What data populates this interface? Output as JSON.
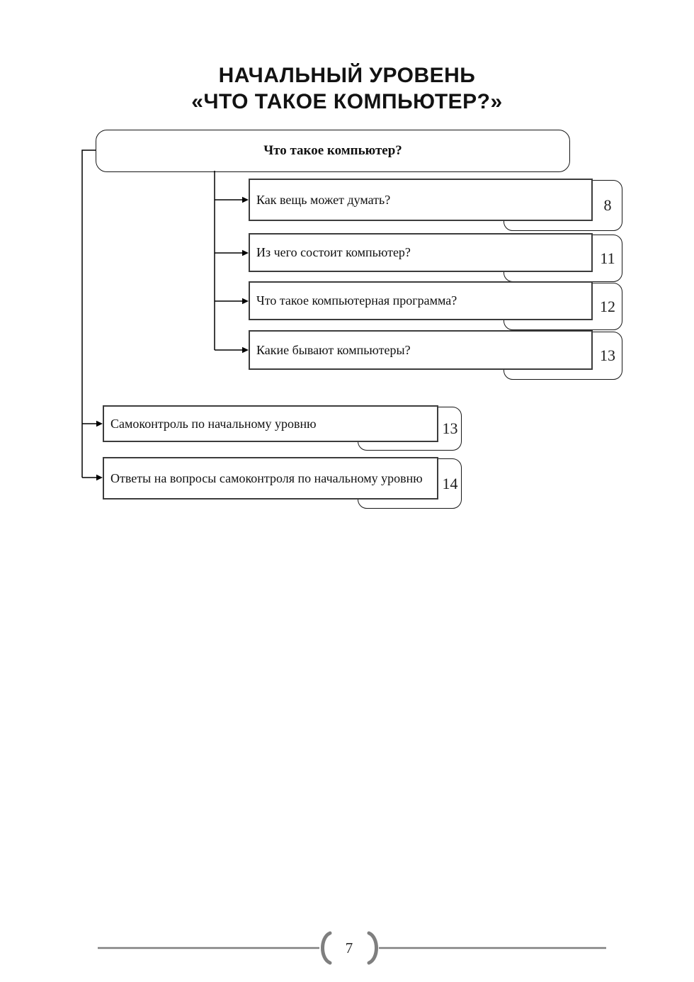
{
  "page": {
    "title_line1": "НАЧАЛЬНЫЙ УРОВЕНЬ",
    "title_line2": "«ЧТО ТАКОЕ КОМПЬЮТЕР?»",
    "footer_page_number": "7"
  },
  "diagram": {
    "root_label": "Что такое компьютер?",
    "items": [
      {
        "label": "Как вещь может думать?",
        "page": "8"
      },
      {
        "label": "Из чего состоит компьютер?",
        "page": "11"
      },
      {
        "label": "Что такое компьютерная программа?",
        "page": "12"
      },
      {
        "label": "Какие бывают компьютеры?",
        "page": "13"
      },
      {
        "label": "Самоконтроль по начальному уровню",
        "page": "13"
      },
      {
        "label": "Ответы на вопросы самоконтроля по начальному уровню",
        "page": "14"
      }
    ],
    "colors": {
      "connector_line": "#000000",
      "box_border": "#3c3c3c",
      "tab_border": "#161616",
      "footer_line": "#7f7f7f"
    }
  }
}
